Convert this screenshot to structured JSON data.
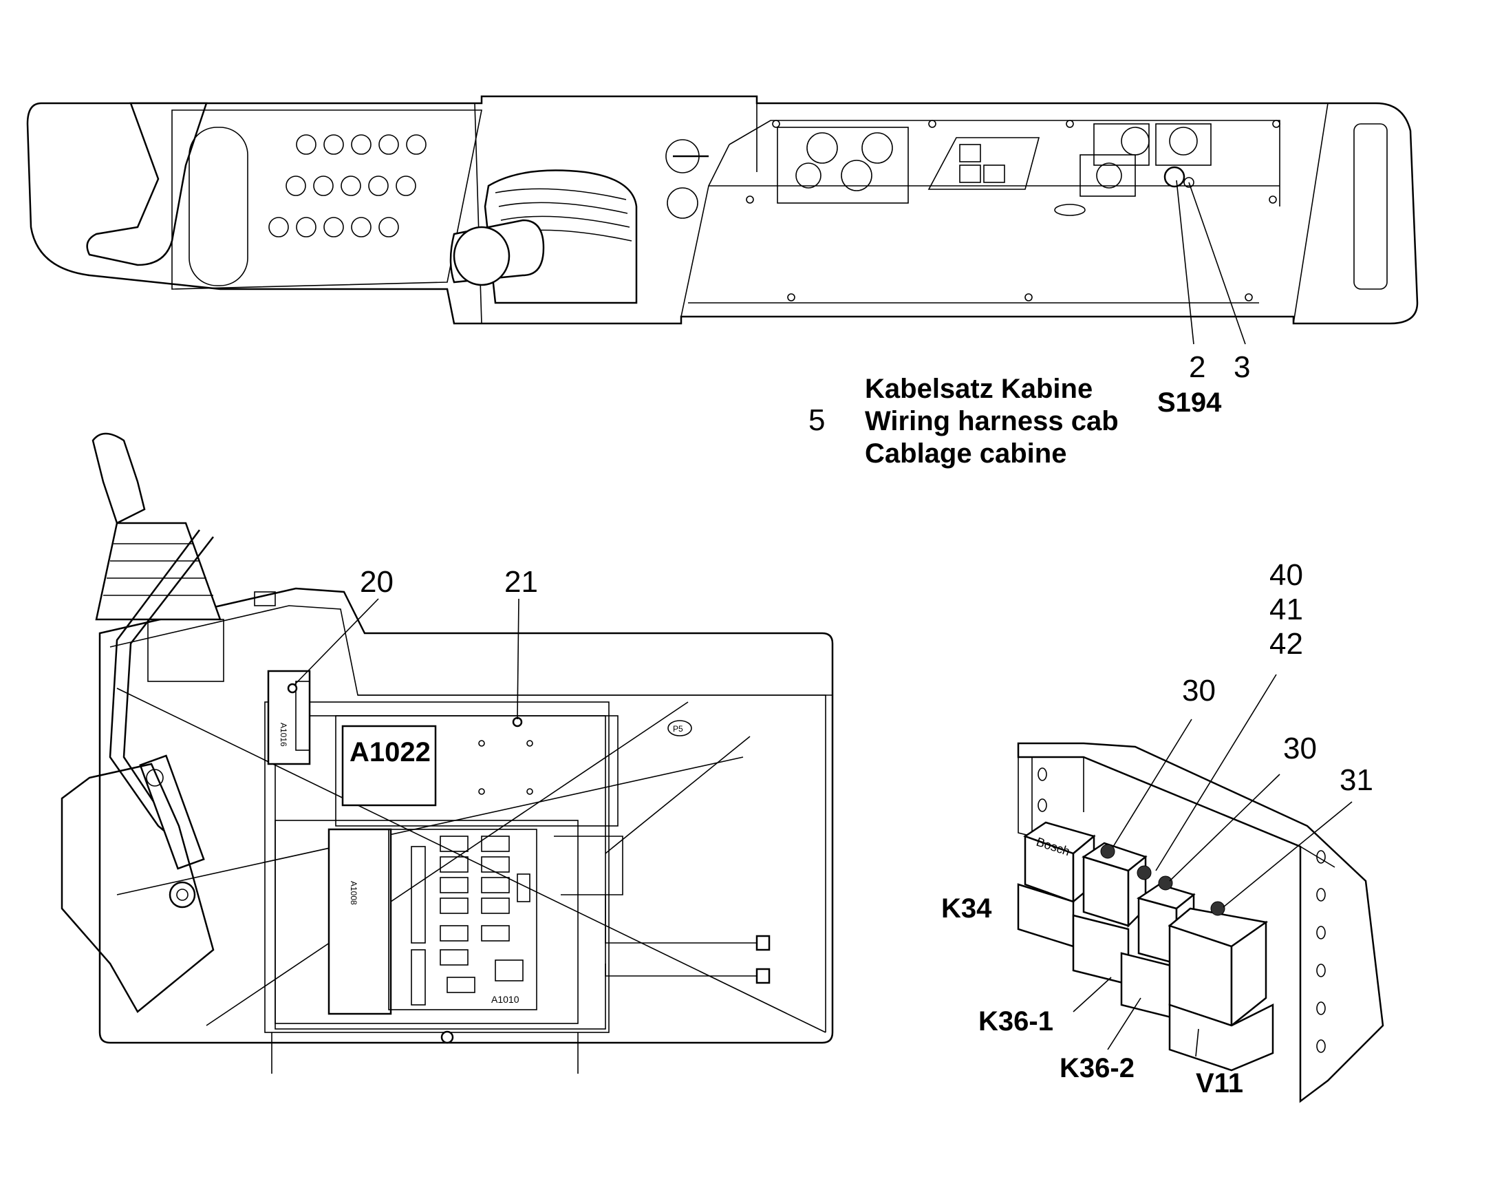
{
  "title": {
    "item_number": "5",
    "lines": [
      "Kabelsatz Kabine",
      "Wiring harness cab",
      "Cablage cabine"
    ]
  },
  "top_view": {
    "callouts": [
      "2",
      "3"
    ],
    "switch_label": "S194"
  },
  "left_view": {
    "callouts": [
      "20",
      "21"
    ],
    "box_labels": {
      "a1022": "A1022",
      "a1010": "A1010",
      "a1016": "A1016",
      "a1008": "A1008",
      "p5": "P5"
    }
  },
  "right_view": {
    "callouts": [
      "40",
      "41",
      "42",
      "30",
      "30",
      "31"
    ],
    "component_labels": [
      "K34",
      "K36-1",
      "K36-2",
      "V11"
    ],
    "relay_brand": "Bosch"
  },
  "colors": {
    "line": "#000000",
    "background": "#ffffff"
  }
}
